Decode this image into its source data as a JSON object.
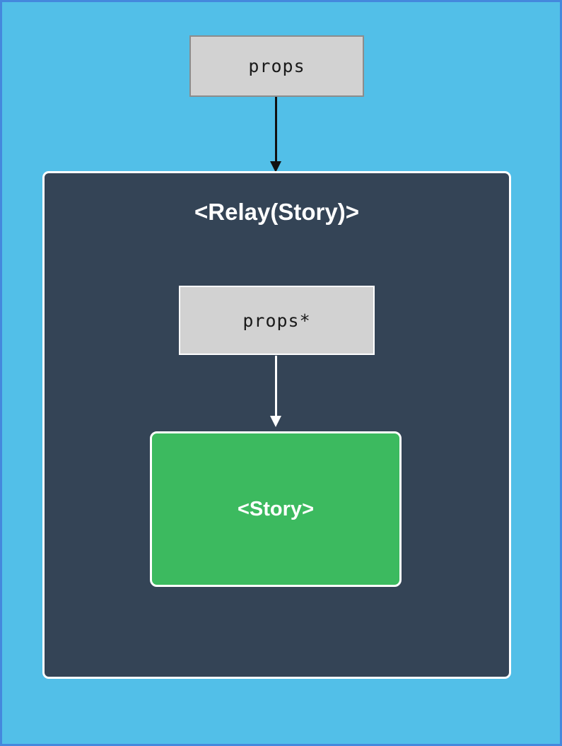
{
  "colors": {
    "page_background": "#52bfe8",
    "page_border": "#4488dd",
    "container_fill": "#344456",
    "container_border": "#ffffff",
    "props_fill": "#d2d2d2",
    "props_border": "#8c8c8c",
    "props_star_border": "#ffffff",
    "story_fill": "#3cba5f",
    "story_border": "#ffffff",
    "arrow_outer": "#111111",
    "arrow_inner": "#ffffff",
    "title_text": "#ffffff",
    "code_text": "#1a1a1a"
  },
  "diagram": {
    "outer_props": {
      "label": "props"
    },
    "relay_container": {
      "title": "<Relay(Story)>"
    },
    "inner_props": {
      "label": "props*"
    },
    "story": {
      "label": "<Story>"
    }
  }
}
